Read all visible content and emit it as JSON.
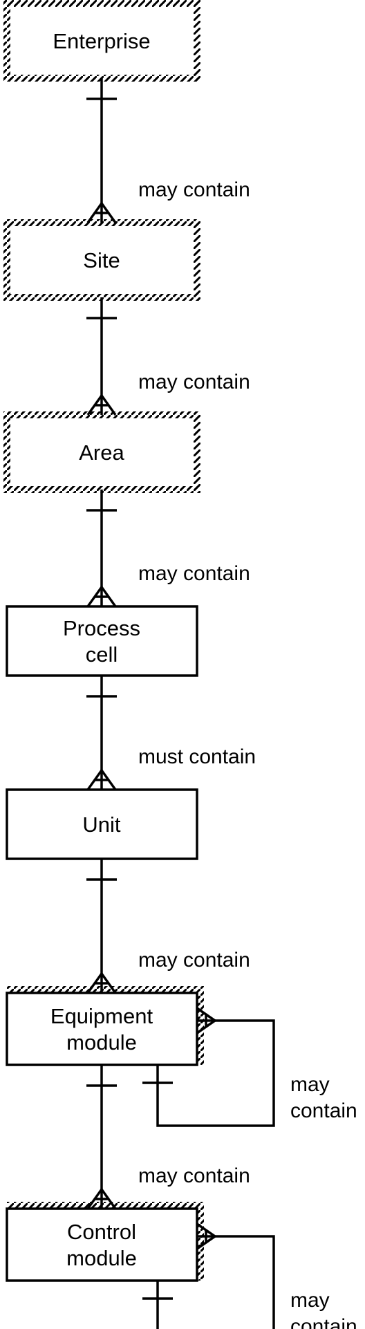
{
  "nodes": [
    {
      "id": "enterprise",
      "lines": [
        "Enterprise"
      ],
      "style": "hatched"
    },
    {
      "id": "site",
      "lines": [
        "Site"
      ],
      "style": "hatched"
    },
    {
      "id": "area",
      "lines": [
        "Area"
      ],
      "style": "hatched"
    },
    {
      "id": "process-cell",
      "lines": [
        "Process",
        "cell"
      ],
      "style": "solid"
    },
    {
      "id": "unit",
      "lines": [
        "Unit"
      ],
      "style": "solid"
    },
    {
      "id": "equipment-module",
      "lines": [
        "Equipment",
        "module"
      ],
      "style": "partial-hatched"
    },
    {
      "id": "control-module",
      "lines": [
        "Control",
        "module"
      ],
      "style": "partial-hatched"
    }
  ],
  "relations": [
    {
      "from": "enterprise",
      "to": "site",
      "label": "may contain"
    },
    {
      "from": "site",
      "to": "area",
      "label": "may contain"
    },
    {
      "from": "area",
      "to": "process-cell",
      "label": "may contain"
    },
    {
      "from": "process-cell",
      "to": "unit",
      "label": "must contain"
    },
    {
      "from": "unit",
      "to": "equipment-module",
      "label": "may contain"
    },
    {
      "from": "equipment-module",
      "to": "control-module",
      "label": "may contain"
    }
  ],
  "self_relations": [
    {
      "node": "equipment-module",
      "lines": [
        "may",
        "contain"
      ]
    },
    {
      "node": "control-module",
      "lines": [
        "may",
        "contain"
      ]
    }
  ]
}
